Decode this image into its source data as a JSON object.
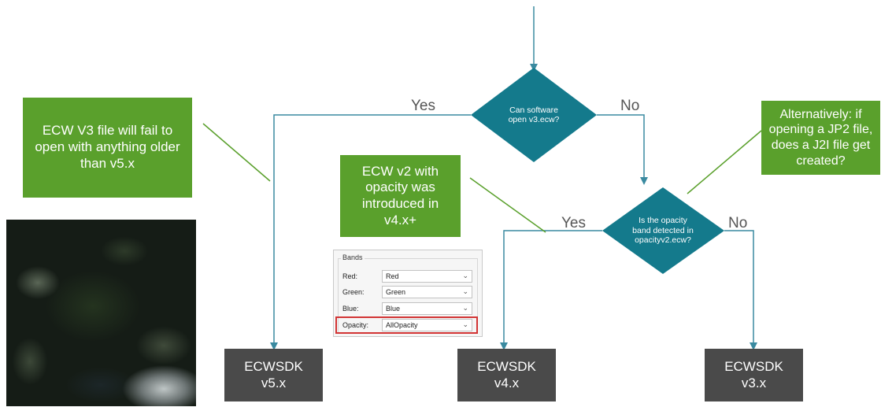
{
  "decision_main": {
    "text": "Can software open v3.ecw?"
  },
  "decision_opacity": {
    "text": "Is the opacity band detected in opacityv2.ecw?"
  },
  "labels": {
    "yes_left": "Yes",
    "no_right": "No",
    "yes_second": "Yes",
    "no_second": "No"
  },
  "notes": {
    "v3_fail": "ECW V3 file will fail to open with anything older than v5.x",
    "v2_opacity": "ECW v2 with opacity was introduced in v4.x+",
    "jp2_alt": "Alternatively: if opening a JP2 file, does a J2I file get created?"
  },
  "results": [
    {
      "line1": "ECWSDK",
      "line2": "v5.x"
    },
    {
      "line1": "ECWSDK",
      "line2": "v4.x"
    },
    {
      "line1": "ECWSDK",
      "line2": "v3.x"
    }
  ],
  "bands_panel": {
    "legend": "Bands",
    "rows": [
      {
        "label": "Red:",
        "value": "Red"
      },
      {
        "label": "Green:",
        "value": "Green"
      },
      {
        "label": "Blue:",
        "value": "Blue"
      },
      {
        "label": "Opacity:",
        "value": "AllOpacity"
      }
    ]
  },
  "colors": {
    "decision_fill": "#147a8c",
    "note_fill": "#5aa02c",
    "result_fill": "#4a4a4a",
    "connector": "#3a8aa0",
    "highlight": "#d23434"
  }
}
